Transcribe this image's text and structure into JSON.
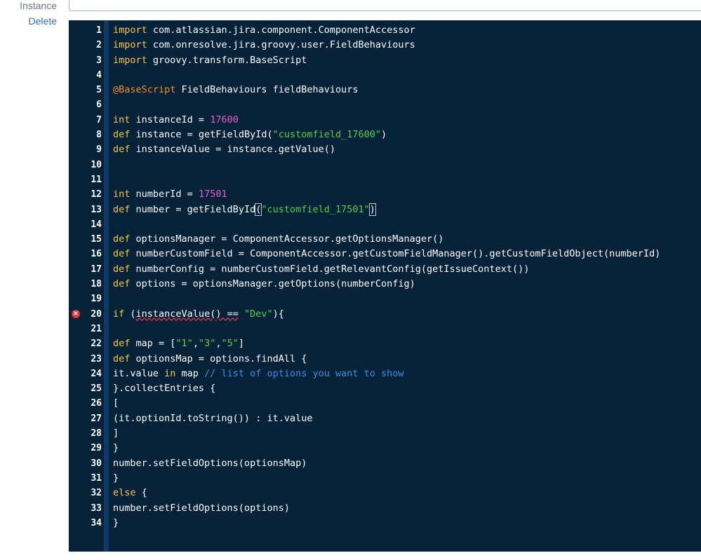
{
  "labels": {
    "instance": "Instance",
    "delete": "Delete"
  },
  "editor": {
    "error_line": 20,
    "lines": [
      {
        "n": "1",
        "t": [
          [
            "kw",
            "import"
          ],
          [
            "",
            "  com.atlassian.jira.component.ComponentAccessor"
          ]
        ]
      },
      {
        "n": "2",
        "t": [
          [
            "kw",
            "import"
          ],
          [
            "",
            "  com.onresolve.jira.groovy.user.FieldBehaviours"
          ]
        ]
      },
      {
        "n": "3",
        "t": [
          [
            "kw",
            "import"
          ],
          [
            "",
            "  groovy.transform.BaseScript"
          ]
        ]
      },
      {
        "n": "4",
        "t": []
      },
      {
        "n": "5",
        "t": [
          [
            "ann",
            "@BaseScript"
          ],
          [
            "",
            " FieldBehaviours fieldBehaviours"
          ]
        ]
      },
      {
        "n": "6",
        "t": []
      },
      {
        "n": "7",
        "t": [
          [
            "kw",
            "int"
          ],
          [
            "",
            " instanceId = "
          ],
          [
            "num",
            "17600"
          ]
        ]
      },
      {
        "n": "8",
        "t": [
          [
            "kw",
            "def"
          ],
          [
            "",
            " instance = getFieldById("
          ],
          [
            "str",
            "\"customfield_17600\""
          ],
          [
            "",
            ")"
          ]
        ]
      },
      {
        "n": "9",
        "t": [
          [
            "kw",
            "def"
          ],
          [
            "",
            " instanceValue = instance.getValue()"
          ]
        ]
      },
      {
        "n": "10",
        "t": []
      },
      {
        "n": "11",
        "t": []
      },
      {
        "n": "12",
        "t": [
          [
            "kw",
            "int"
          ],
          [
            "",
            " numberId = "
          ],
          [
            "num",
            "17501"
          ]
        ]
      },
      {
        "n": "13",
        "t": [
          [
            "kw",
            "def"
          ],
          [
            "",
            " number = getFieldById"
          ],
          [
            "bracket",
            "("
          ],
          [
            "str",
            "\"customfield_17501\""
          ],
          [
            "bracket",
            ")"
          ]
        ]
      },
      {
        "n": "14",
        "t": []
      },
      {
        "n": "15",
        "t": [
          [
            "kw",
            "def"
          ],
          [
            "",
            " optionsManager = ComponentAccessor.getOptionsManager()"
          ]
        ]
      },
      {
        "n": "16",
        "t": [
          [
            "kw",
            "def"
          ],
          [
            "",
            " numberCustomField = ComponentAccessor.getCustomFieldManager().getCustomFieldObject(numberId)"
          ]
        ]
      },
      {
        "n": "17",
        "t": [
          [
            "kw",
            "def"
          ],
          [
            "",
            " numberConfig = numberCustomField.getRelevantConfig(getIssueContext())"
          ]
        ]
      },
      {
        "n": "18",
        "t": [
          [
            "kw",
            "def"
          ],
          [
            "",
            " options = optionsManager.getOptions(numberConfig)"
          ]
        ]
      },
      {
        "n": "19",
        "t": []
      },
      {
        "n": "20",
        "t": [
          [
            "kw",
            "if"
          ],
          [
            "",
            " ("
          ],
          [
            "squig",
            "instanceValue() =="
          ],
          [
            "",
            " "
          ],
          [
            "str",
            "\"Dev\""
          ],
          [
            "",
            "){"
          ]
        ]
      },
      {
        "n": "21",
        "t": []
      },
      {
        "n": "22",
        "t": [
          [
            "kw",
            "def"
          ],
          [
            "",
            " map = ["
          ],
          [
            "str",
            "\"1\""
          ],
          [
            "",
            ","
          ],
          [
            "str",
            "\"3\""
          ],
          [
            "",
            ","
          ],
          [
            "str",
            "\"5\""
          ],
          [
            "",
            "]"
          ]
        ]
      },
      {
        "n": "23",
        "t": [
          [
            "kw",
            "def"
          ],
          [
            "",
            " optionsMap = options.findAll {"
          ]
        ]
      },
      {
        "n": "24",
        "t": [
          [
            "",
            "it.value "
          ],
          [
            "kw",
            "in"
          ],
          [
            "",
            " map "
          ],
          [
            "cmt",
            "// list of options you want to show"
          ]
        ]
      },
      {
        "n": "25",
        "t": [
          [
            "",
            "}.collectEntries {"
          ]
        ]
      },
      {
        "n": "26",
        "t": [
          [
            "",
            "["
          ]
        ]
      },
      {
        "n": "27",
        "t": [
          [
            "",
            "(it.optionId.toString()) : it.value"
          ]
        ]
      },
      {
        "n": "28",
        "t": [
          [
            "",
            "]"
          ]
        ]
      },
      {
        "n": "29",
        "t": [
          [
            "",
            "}"
          ]
        ]
      },
      {
        "n": "30",
        "t": [
          [
            "",
            "number.setFieldOptions(optionsMap)"
          ]
        ]
      },
      {
        "n": "31",
        "t": [
          [
            "",
            "}"
          ]
        ]
      },
      {
        "n": "32",
        "t": [
          [
            "kw",
            "else"
          ],
          [
            "",
            " {"
          ]
        ]
      },
      {
        "n": "33",
        "t": [
          [
            "",
            "number.setFieldOptions(options)"
          ]
        ]
      },
      {
        "n": "34",
        "t": [
          [
            "",
            "}"
          ]
        ]
      }
    ]
  }
}
